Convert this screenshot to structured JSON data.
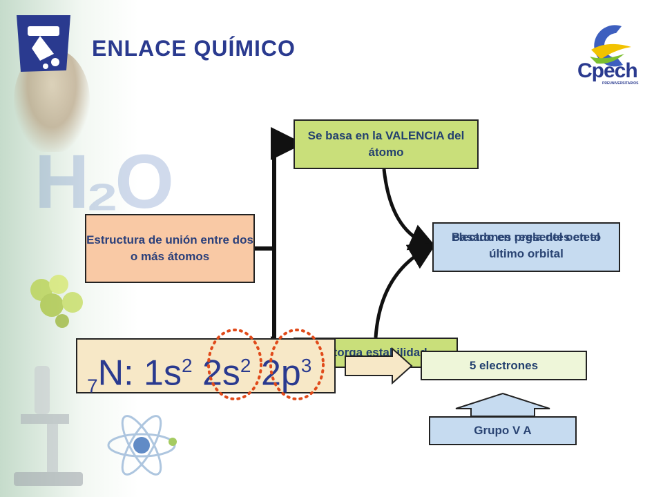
{
  "header": {
    "title": "ENLACE QUÍMICO"
  },
  "brand": {
    "name": "Cpech",
    "tagline": "PREUNIVERSITARIOS"
  },
  "decor": {
    "h2o_text": "H₂O"
  },
  "diagram": {
    "structure_box": {
      "text": "Estructura de unión entre dos o más átomos"
    },
    "valencia_box": {
      "text": "Se basa en la VALENCIA del átomo"
    },
    "based_box": {
      "text_1": "Basado en regla del octeto",
      "text_2": "electrones presentes en el último orbital"
    },
    "stability_box": {
      "text": "Otorga estabilidad"
    },
    "formula": {
      "prefix": "7",
      "element": "N",
      "sep": ": 1s",
      "e1": "2",
      "o2": " 2s",
      "e2": "2",
      "o3": " 2p",
      "e3": "3"
    },
    "electrons_box": {
      "text": "5 electrones"
    },
    "group_box": {
      "text": "Grupo V A"
    }
  },
  "colors": {
    "title": "#2a3a8f",
    "peach": "#f9c9a5",
    "green": "#c9df7a",
    "light_blue": "#c6dbf0",
    "light_green": "#eef6d9",
    "dotted_circle": "#e04a1a"
  }
}
